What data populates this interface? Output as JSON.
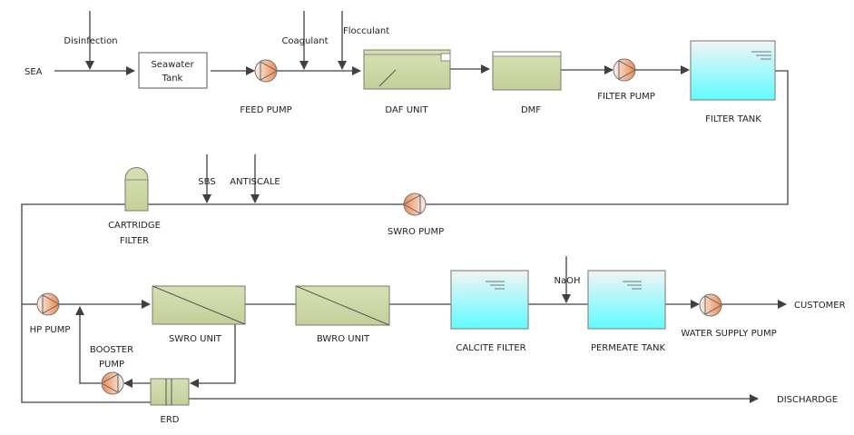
{
  "labels": {
    "sea": "SEA",
    "disinfection": "Disinfection",
    "seawater_tank_1": "Seawater",
    "seawater_tank_2": "Tank",
    "coagulant": "Coagulant",
    "flocculant": "Flocculant",
    "feed_pump": "FEED PUMP",
    "daf_unit": "DAF UNIT",
    "dmf": "DMF",
    "filter_pump": "FILTER PUMP",
    "filter_tank": "FILTER TANK",
    "sbs": "SBS",
    "antiscale": "ANTISCALE",
    "cartridge_filter_1": "CARTRIDGE",
    "cartridge_filter_2": "FILTER",
    "swro_pump": "SWRO PUMP",
    "hp_pump": "HP PUMP",
    "swro_unit": "SWRO UNIT",
    "bwro_unit": "BWRO UNIT",
    "booster_pump_1": "BOOSTER",
    "booster_pump_2": "PUMP",
    "erd": "ERD",
    "calcite_filter": "CALCITE FILTER",
    "naoh": "NaOH",
    "permeate_tank": "PERMEATE TANK",
    "water_supply_pump": "WATER SUPPLY PUMP",
    "customer": "CUSTOMER",
    "discharge": "DISCHARDGE"
  },
  "colors": {
    "unit_green": "#cdd9a8",
    "tank_cyan": "#66ffff",
    "pump_orange": "#ef8a4f",
    "line": "#404040"
  }
}
